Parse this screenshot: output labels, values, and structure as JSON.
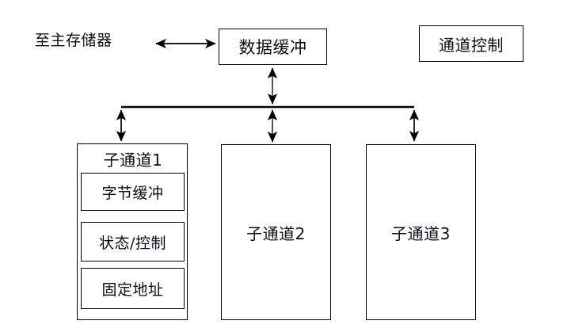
{
  "diagram": {
    "title_text": "至主存储器",
    "background_color": "#ffffff",
    "line_color": "#000000",
    "text_color": "#0d0d18",
    "nodes": {
      "main_memory_label": "至主存储器",
      "data_buffer": "数据缓冲",
      "channel_control": "通道控制",
      "subchannel_1": {
        "title": "子通道1",
        "components": [
          "字节缓冲",
          "状态/控制",
          "固定地址"
        ]
      },
      "subchannel_2": "子通道2",
      "subchannel_3": "子通道3"
    },
    "connections": [
      {
        "name": "memory-to-data-buffer",
        "kind": "double-arrow-horizontal"
      },
      {
        "name": "data-buffer-to-bus",
        "kind": "double-arrow-vertical"
      },
      {
        "name": "bus-line",
        "kind": "horizontal-bus"
      },
      {
        "name": "bus-to-subchannel-1",
        "kind": "double-arrow-vertical"
      },
      {
        "name": "bus-to-subchannel-2",
        "kind": "double-arrow-vertical"
      },
      {
        "name": "bus-to-subchannel-3",
        "kind": "double-arrow-vertical"
      }
    ]
  }
}
